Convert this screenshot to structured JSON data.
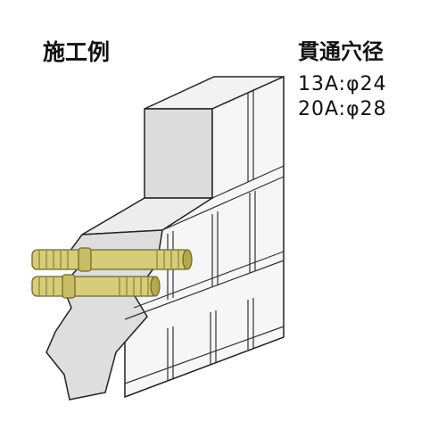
{
  "title": "施工例",
  "spec": {
    "heading": "貫通穴径",
    "lines": [
      "13A:φ24",
      "20A:φ28"
    ]
  },
  "colors": {
    "pipe": "#d6cc7a",
    "pipe_dark": "#b4a84c",
    "wall_face": "#f4f4f4",
    "wall_shade": "#dcdcdc",
    "outline": "#222222"
  }
}
